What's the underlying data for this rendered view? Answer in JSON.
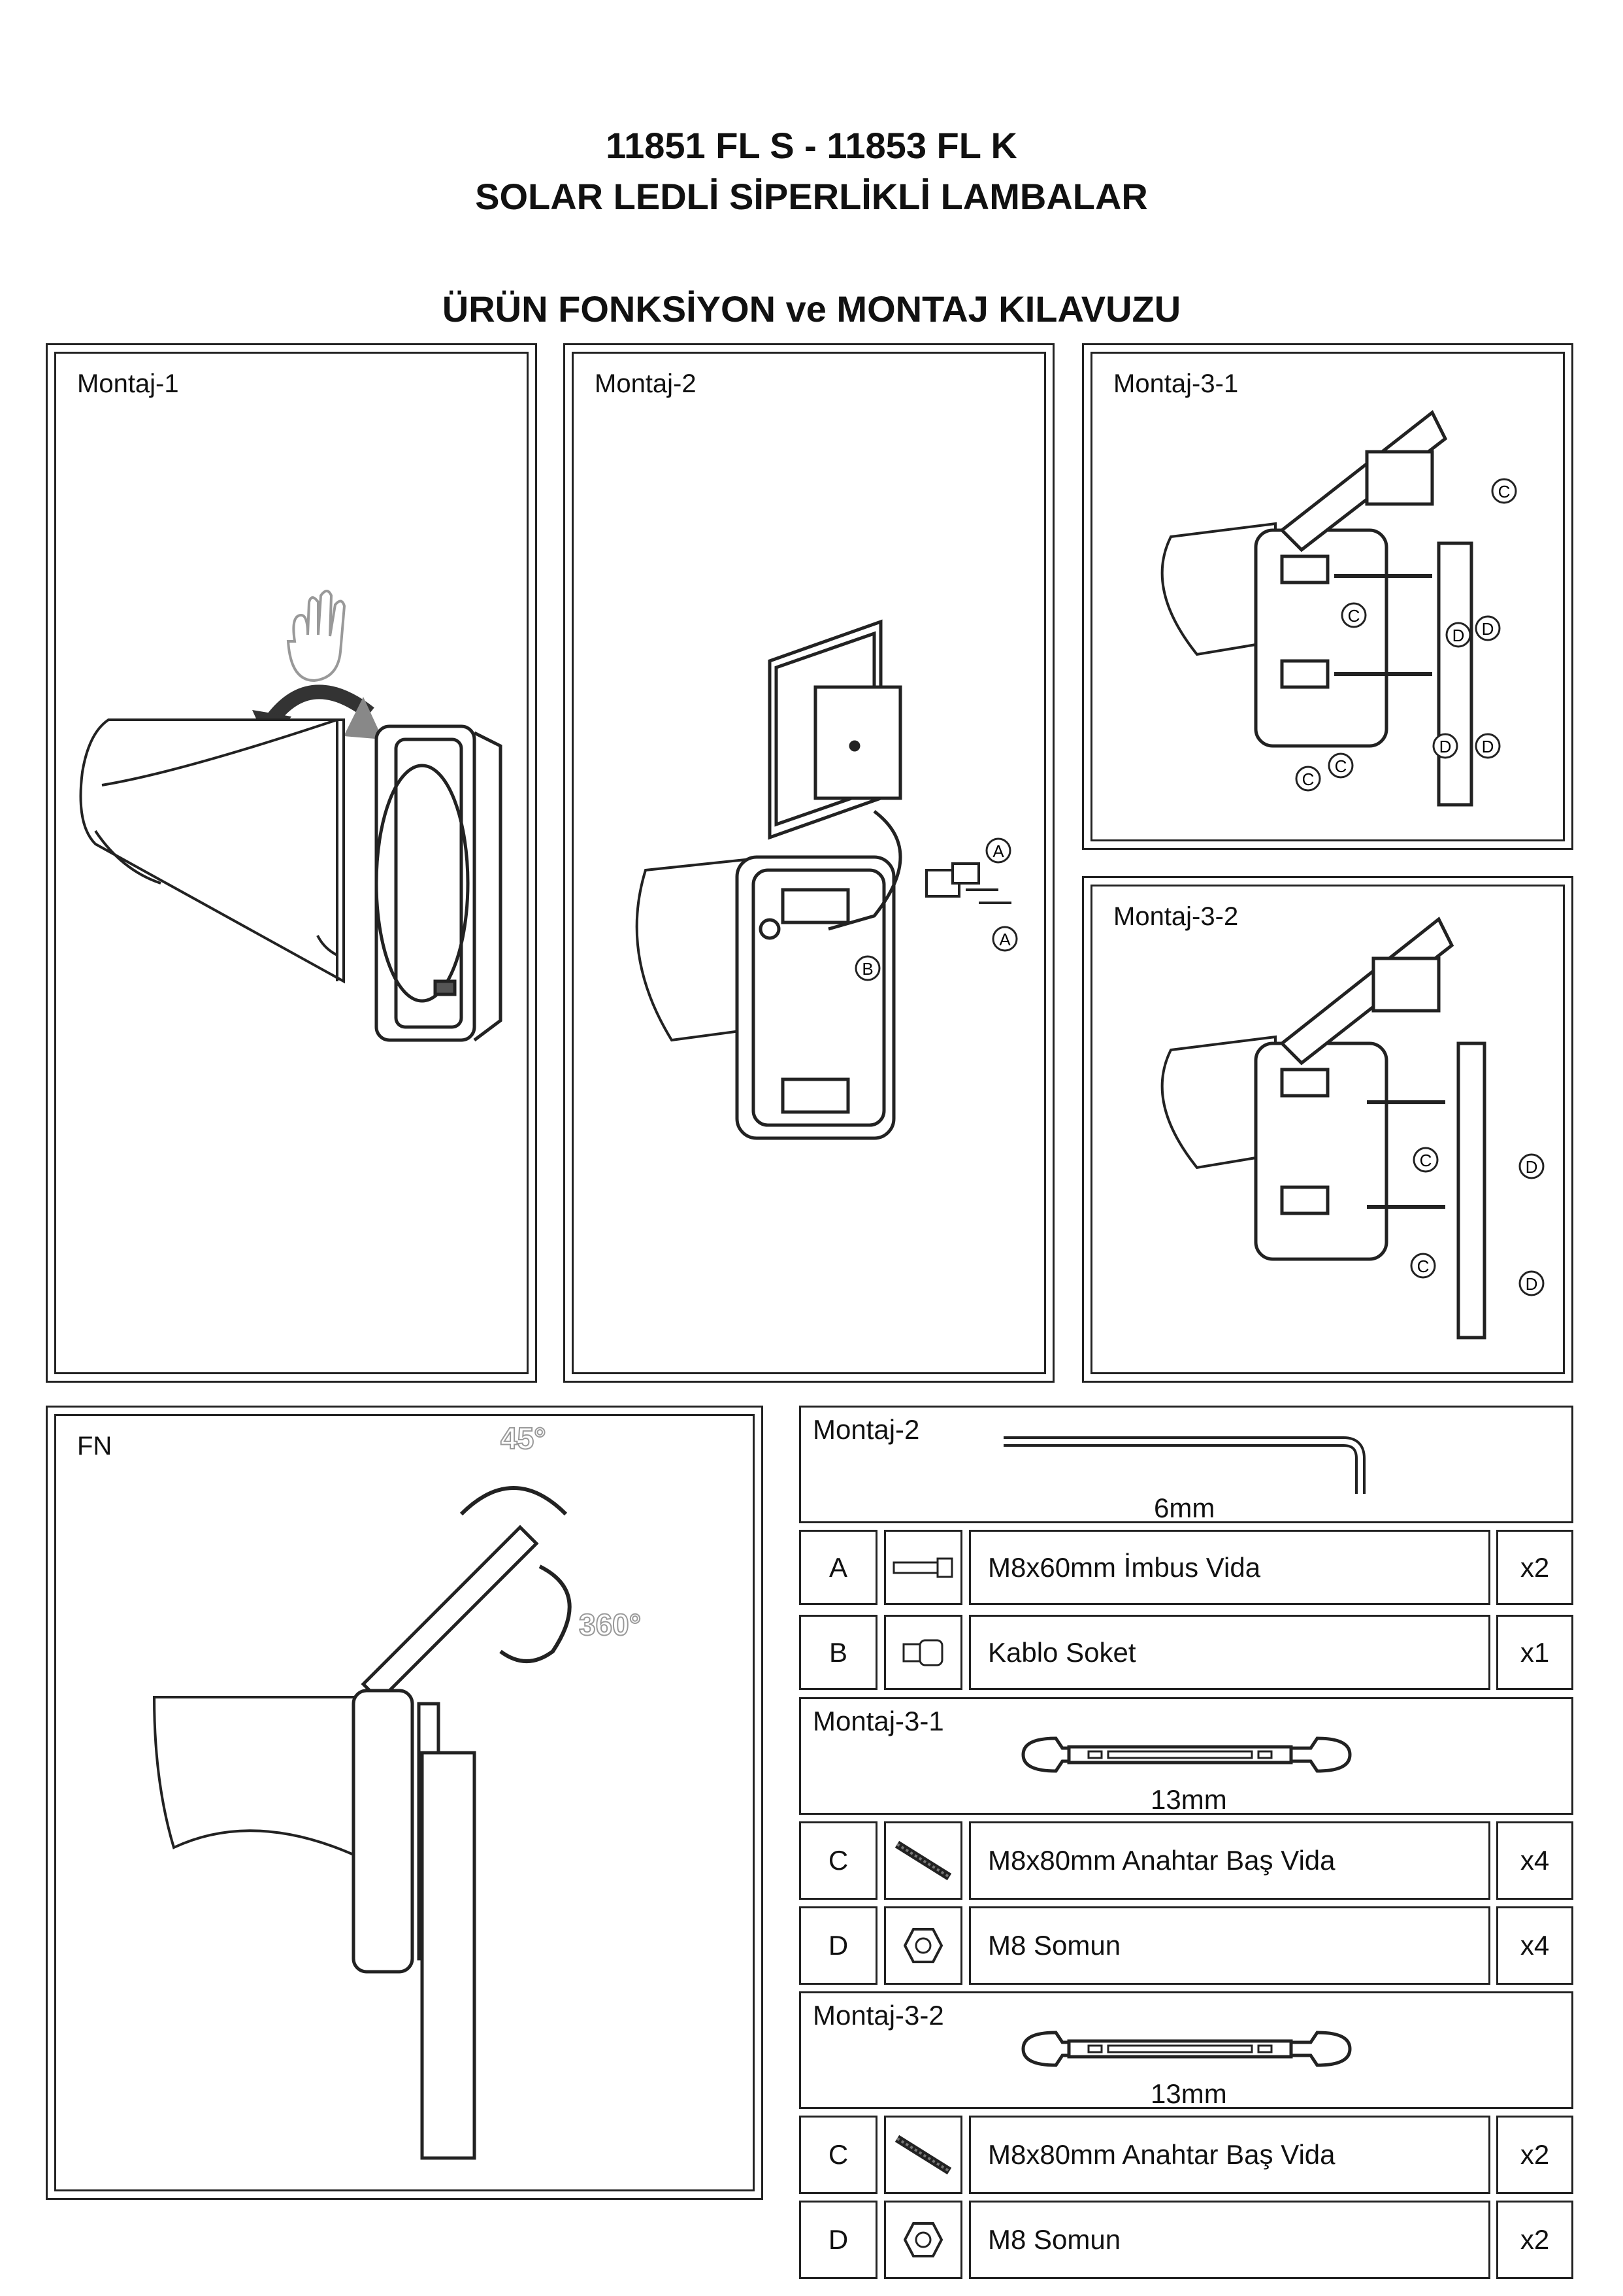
{
  "header": {
    "title_line1": "11851 FL S - 11853 FL K",
    "title_line2": "SOLAR LEDLİ SİPERLİKLİ LAMBALAR",
    "subtitle": "ÜRÜN FONKSİYON ve MONTAJ KILAVUZU"
  },
  "panels": {
    "montaj1": "Montaj-1",
    "montaj2": "Montaj-2",
    "montaj31": "Montaj-3-1",
    "montaj32": "Montaj-3-2",
    "fn": "FN"
  },
  "callouts": {
    "a": "A",
    "b": "B",
    "c": "C",
    "d": "D"
  },
  "fn_angles": {
    "tilt": "45°",
    "rotate": "360°"
  },
  "parts": {
    "group1": {
      "title": "Montaj-2",
      "tool": "6mm"
    },
    "group2": {
      "title": "Montaj-3-1",
      "tool": "13mm"
    },
    "group3": {
      "title": "Montaj-3-2",
      "tool": "13mm"
    },
    "rows": [
      {
        "code": "A",
        "desc": "M8x60mm İmbus Vida",
        "qty": "x2"
      },
      {
        "code": "B",
        "desc": "Kablo Soket",
        "qty": "x1"
      },
      {
        "code": "C",
        "desc": "M8x80mm Anahtar Baş Vida",
        "qty": "x4"
      },
      {
        "code": "D",
        "desc": "M8 Somun",
        "qty": "x4"
      },
      {
        "code": "C",
        "desc": "M8x80mm Anahtar Baş Vida",
        "qty": "x2"
      },
      {
        "code": "D",
        "desc": "M8 Somun",
        "qty": "x2"
      }
    ]
  }
}
